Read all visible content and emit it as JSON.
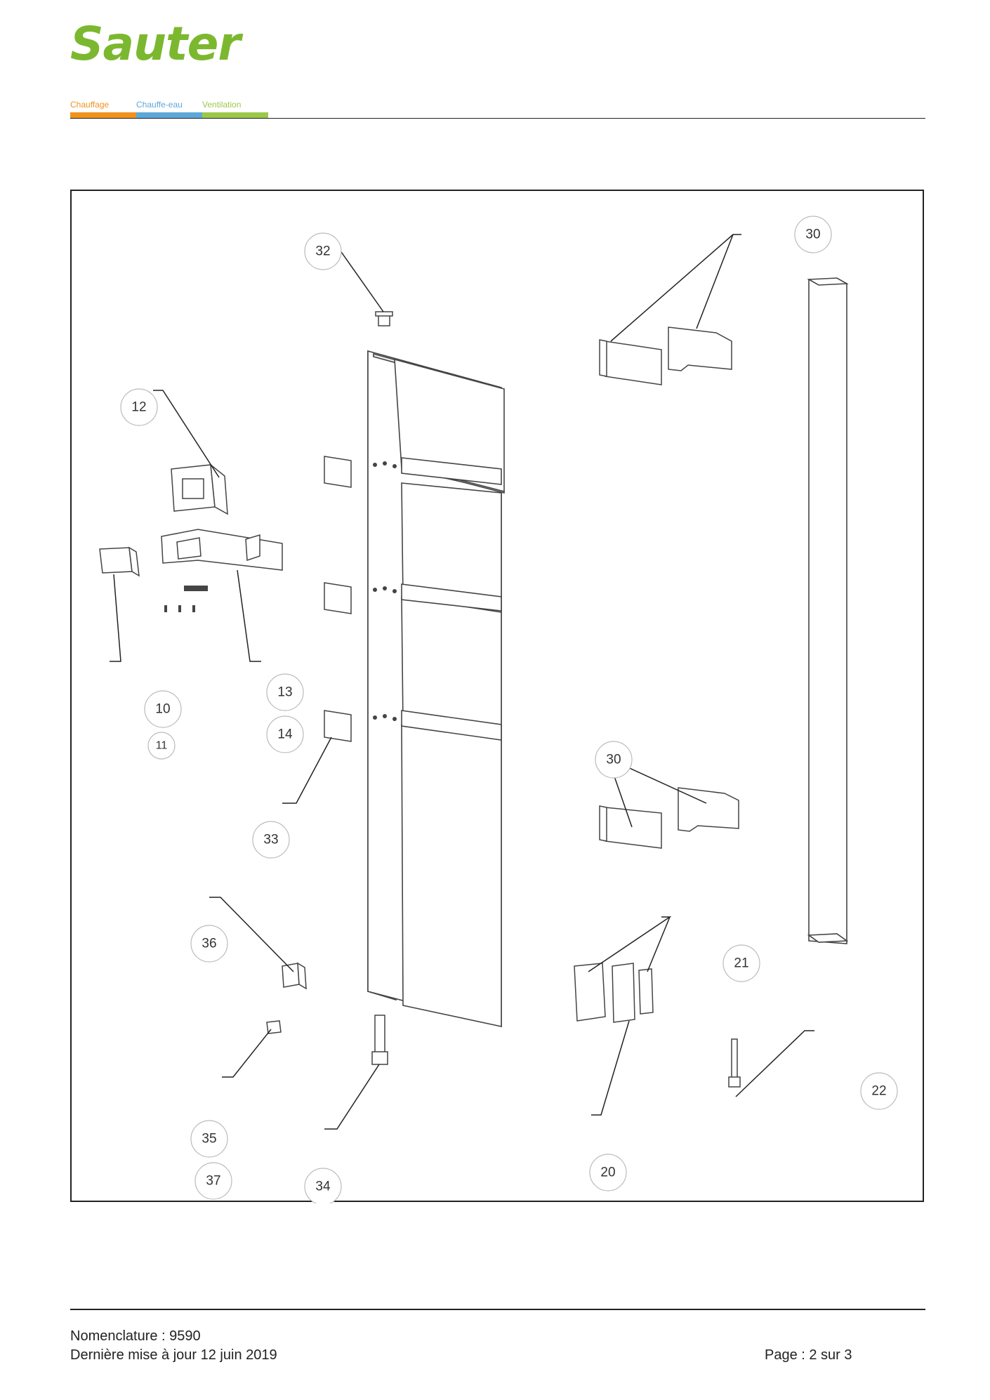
{
  "brand": {
    "name": "Sauter",
    "color": "#7cb82f"
  },
  "categories": [
    {
      "label": "Chauffage",
      "color": "#f0921e"
    },
    {
      "label": "Chauffe-eau",
      "color": "#5ea8d8"
    },
    {
      "label": "Ventilation",
      "color": "#9cc84a"
    }
  ],
  "callouts": [
    "32",
    "30",
    "12",
    "13",
    "10",
    "11",
    "14",
    "33",
    "30",
    "36",
    "21",
    "22",
    "35",
    "37",
    "34",
    "20"
  ],
  "footer": {
    "nomenclature": "Nomenclature : 9590",
    "updated": "Dernière mise à jour 12 juin 2019",
    "page": "Page : 2 sur 3"
  }
}
